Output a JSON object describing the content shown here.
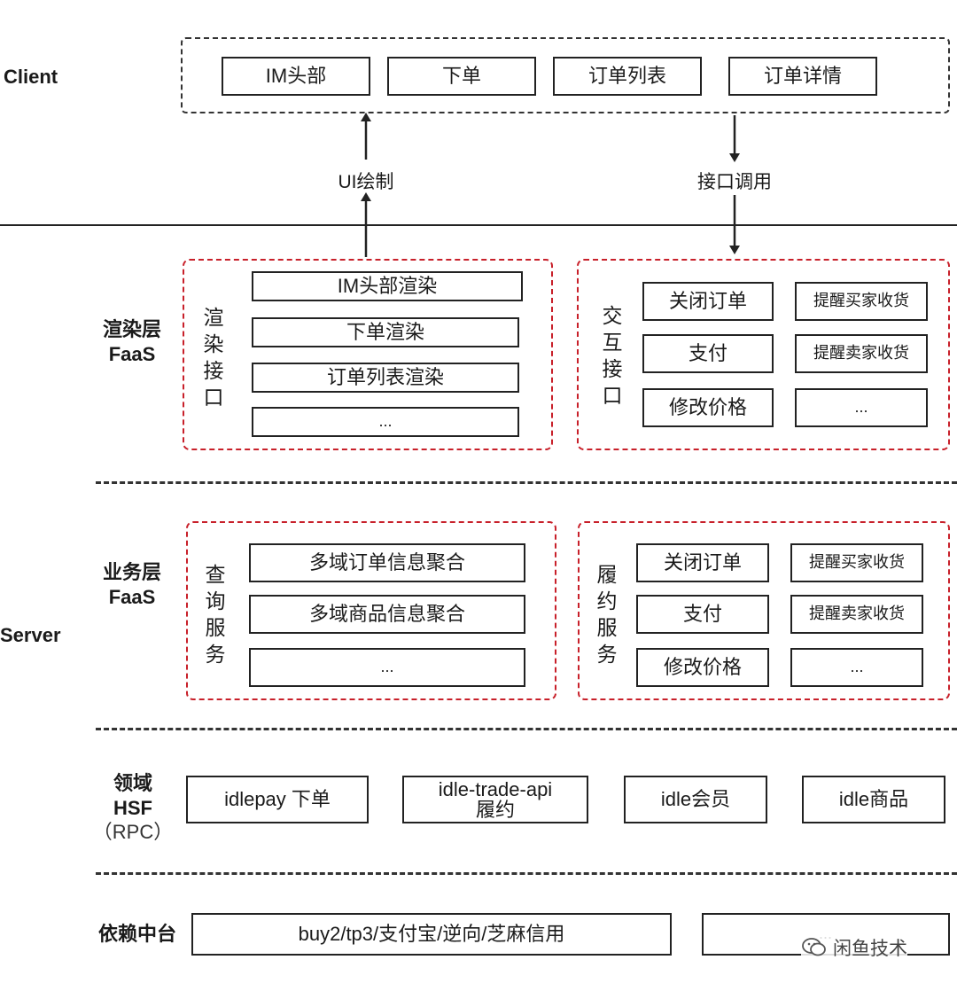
{
  "rows": {
    "client": "Client",
    "render": [
      "渲染层",
      "FaaS"
    ],
    "business": [
      "业务层",
      "FaaS"
    ],
    "server": "Server",
    "domain": [
      "领域",
      "HSF",
      "（RPC）"
    ],
    "platform": "依赖中台"
  },
  "client_boxes": [
    "IM头部",
    "下单",
    "订单列表",
    "订单详情"
  ],
  "arrows": {
    "ui_draw": "UI绘制",
    "api_call": "接口调用"
  },
  "render_interface": {
    "label": [
      "渲",
      "染",
      "接",
      "口"
    ],
    "items": [
      "IM头部渲染",
      "下单渲染",
      "订单列表渲染",
      "..."
    ]
  },
  "interaction_interface": {
    "label": [
      "交",
      "互",
      "接",
      "口"
    ],
    "left": [
      "关闭订单",
      "支付",
      "修改价格"
    ],
    "right": [
      "提醒买家收货",
      "提醒卖家收货",
      "..."
    ]
  },
  "query_service": {
    "label": [
      "查",
      "询",
      "服",
      "务"
    ],
    "items": [
      "多域订单信息聚合",
      "多域商品信息聚合",
      "..."
    ]
  },
  "fulfill_service": {
    "label": [
      "履",
      "约",
      "服",
      "务"
    ],
    "left": [
      "关闭订单",
      "支付",
      "修改价格"
    ],
    "right": [
      "提醒买家收货",
      "提醒卖家收货",
      "..."
    ]
  },
  "domain_boxes": [
    "idlepay 下单",
    "idle-trade-api",
    "履约",
    "idle会员",
    "idle商品"
  ],
  "platform_boxes": [
    "buy2/tp3/支付宝/逆向/芝麻信用",
    "..."
  ],
  "watermark": "闲鱼技术",
  "colors": {
    "red_dash": "#c8202a",
    "line": "#222222"
  }
}
